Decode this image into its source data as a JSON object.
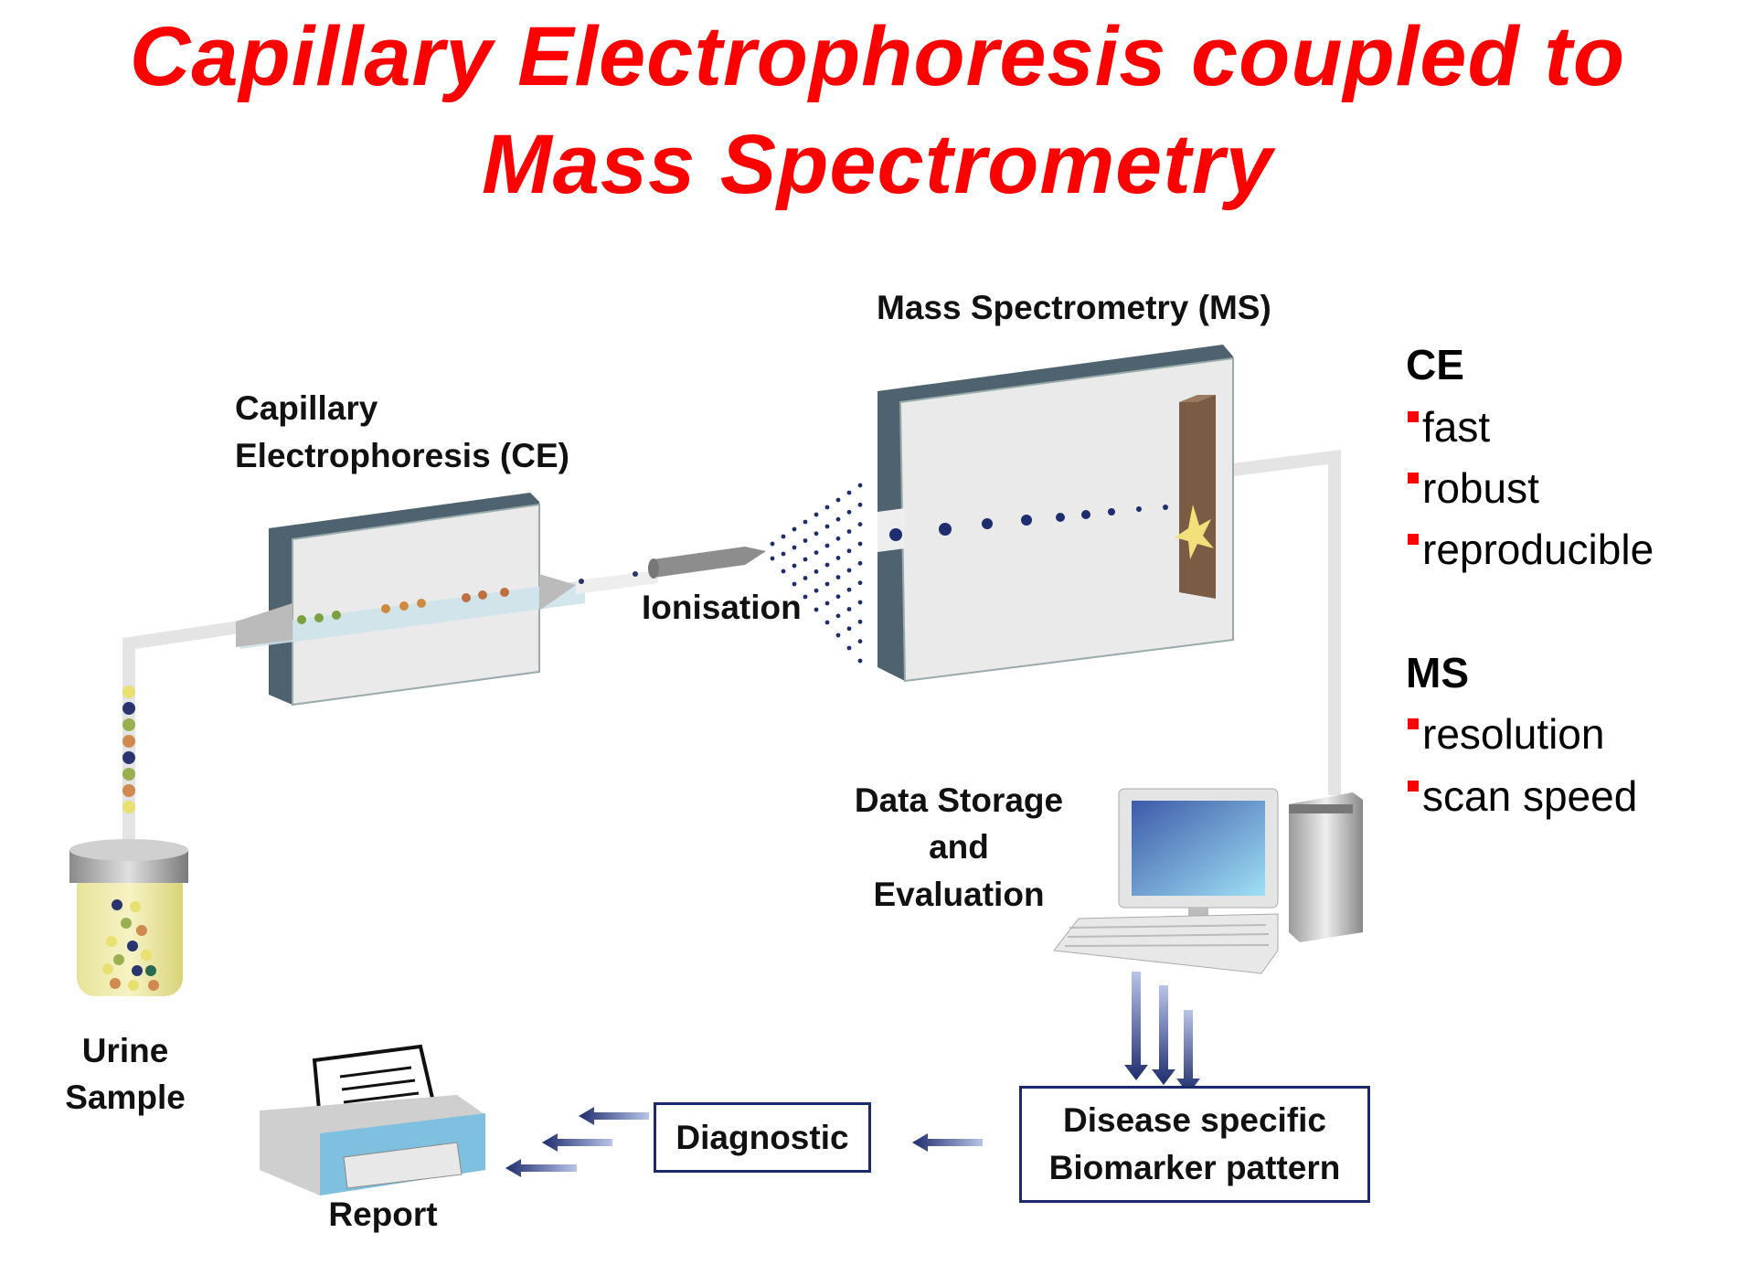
{
  "title": {
    "line1": "Capillary Electrophoresis coupled to",
    "line2": "Mass Spectrometry"
  },
  "labels": {
    "ms": "Mass Spectrometry (MS)",
    "ce_line1": "Capillary",
    "ce_line2": "Electrophoresis (CE)",
    "ionisation": "Ionisation",
    "data_line1": "Data Storage",
    "data_line2": "and",
    "data_line3": "Evaluation",
    "urine_line1": "Urine",
    "urine_line2": "Sample",
    "report": "Report"
  },
  "boxes": {
    "diagnostic": "Diagnostic",
    "biomarker_line1": "Disease specific",
    "biomarker_line2": "Biomarker pattern"
  },
  "features": {
    "ce": {
      "heading": "CE",
      "items": [
        "fast",
        "robust",
        "reproducible"
      ]
    },
    "ms": {
      "heading": "MS",
      "items": [
        "resolution",
        "scan speed"
      ]
    }
  },
  "colors": {
    "title": "#ff0000",
    "bullet": "#ff0000",
    "box_border": "#1a2a6c",
    "arrow": "#2a3a7c"
  }
}
